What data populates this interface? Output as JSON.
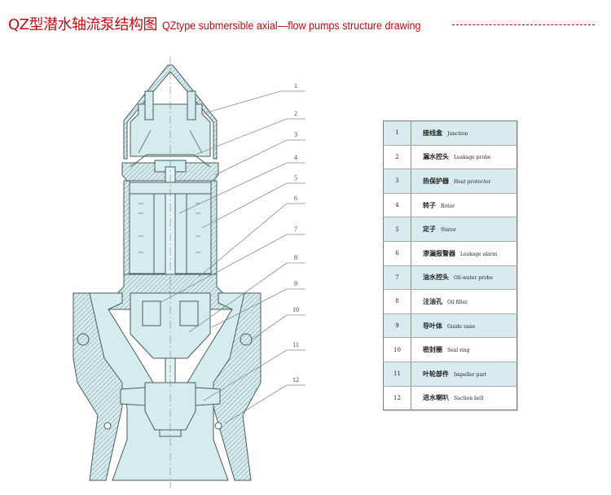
{
  "title": {
    "chinese": "QZ型潜水轴流泵结构图",
    "english": "QZtype submersible axial—flow pumps structure drawing"
  },
  "colors": {
    "title": "#c00d13",
    "fill": "#d5ecee",
    "line": "#4a5a5e",
    "leader": "#8a8a8a",
    "table_alt_row": "#d8ecef"
  },
  "callouts": [
    "1",
    "2",
    "3",
    "4",
    "5",
    "6",
    "7",
    "8",
    "9",
    "10",
    "11",
    "12"
  ],
  "parts": [
    {
      "num": "1",
      "cn": "接线盒",
      "en": "Junction"
    },
    {
      "num": "2",
      "cn": "漏水控头",
      "en": "Leakage probe"
    },
    {
      "num": "3",
      "cn": "热保护器",
      "en": "Heat protector"
    },
    {
      "num": "4",
      "cn": "转子",
      "en": "Rotor"
    },
    {
      "num": "5",
      "cn": "定子",
      "en": "Stator"
    },
    {
      "num": "6",
      "cn": "渗漏报警器",
      "en": "Leakage alarm"
    },
    {
      "num": "7",
      "cn": "油水控头",
      "en": "Oil-water probe"
    },
    {
      "num": "8",
      "cn": "注油孔",
      "en": "Oil filler"
    },
    {
      "num": "9",
      "cn": "导叶体",
      "en": "Guide vane"
    },
    {
      "num": "10",
      "cn": "密封圈",
      "en": "Seal ring"
    },
    {
      "num": "11",
      "cn": "叶轮部件",
      "en": "Impeller part"
    },
    {
      "num": "12",
      "cn": "进水喇叭",
      "en": "Suction bell"
    }
  ]
}
